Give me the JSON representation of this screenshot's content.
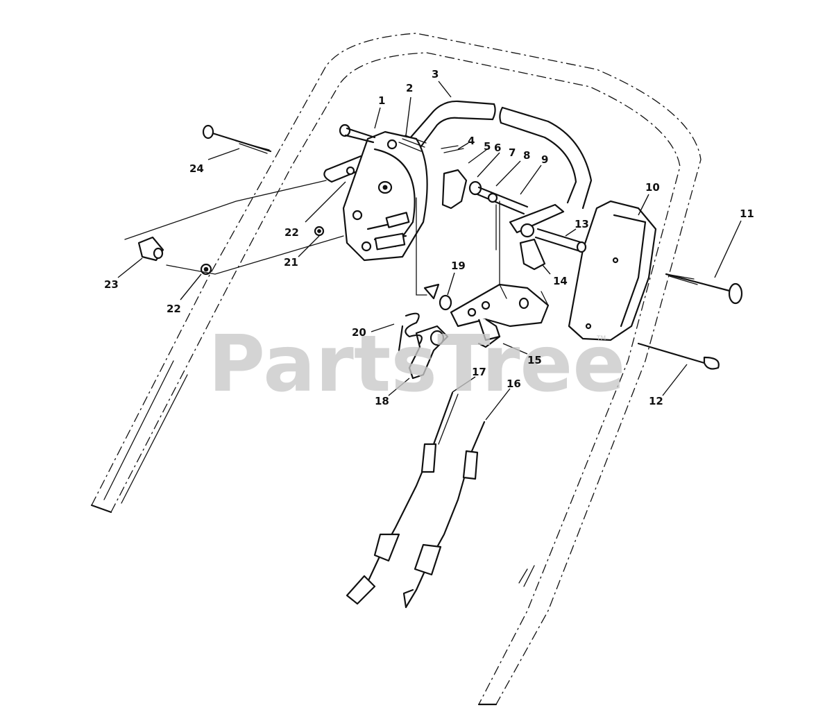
{
  "watermark": {
    "text": "PartsTree",
    "trademark": "TM"
  },
  "callouts": [
    {
      "id": "1",
      "label": "1"
    },
    {
      "id": "2",
      "label": "2"
    },
    {
      "id": "3",
      "label": "3"
    },
    {
      "id": "4",
      "label": "4"
    },
    {
      "id": "5",
      "label": "5"
    },
    {
      "id": "6",
      "label": "6"
    },
    {
      "id": "7",
      "label": "7"
    },
    {
      "id": "8",
      "label": "8"
    },
    {
      "id": "9",
      "label": "9"
    },
    {
      "id": "10",
      "label": "10"
    },
    {
      "id": "11",
      "label": "11"
    },
    {
      "id": "12",
      "label": "12"
    },
    {
      "id": "13",
      "label": "13"
    },
    {
      "id": "14",
      "label": "14"
    },
    {
      "id": "15",
      "label": "15"
    },
    {
      "id": "16",
      "label": "16"
    },
    {
      "id": "17",
      "label": "17"
    },
    {
      "id": "18",
      "label": "18"
    },
    {
      "id": "19",
      "label": "19"
    },
    {
      "id": "20",
      "label": "20"
    },
    {
      "id": "21",
      "label": "21"
    },
    {
      "id": "22a",
      "label": "22"
    },
    {
      "id": "22b",
      "label": "22"
    },
    {
      "id": "23",
      "label": "23"
    },
    {
      "id": "24",
      "label": "24"
    }
  ]
}
